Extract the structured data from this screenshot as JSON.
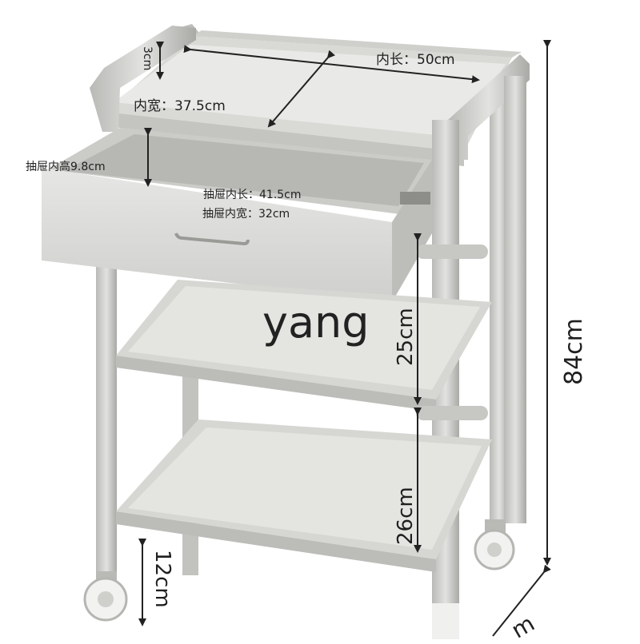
{
  "dims": {
    "top_rim_height": "3cm",
    "inner_length": "内长：50cm",
    "inner_width": "内宽：37.5cm",
    "drawer_inner_height": "抽屉内高9.8cm",
    "drawer_inner_length": "抽屉内长：41.5cm",
    "drawer_inner_width": "抽屉内宽：32cm",
    "shelf_gap_upper": "25cm",
    "shelf_gap_lower": "26cm",
    "bottom_clearance": "12cm",
    "total_height": "84cm",
    "depth_partial": "m"
  },
  "watermark": "yang",
  "colors": {
    "frame": "#c9c9c7",
    "frame_dark": "#a9a9a6",
    "panel": "#dcdcda",
    "panel_light": "#ececea",
    "arrow": "#222222"
  }
}
